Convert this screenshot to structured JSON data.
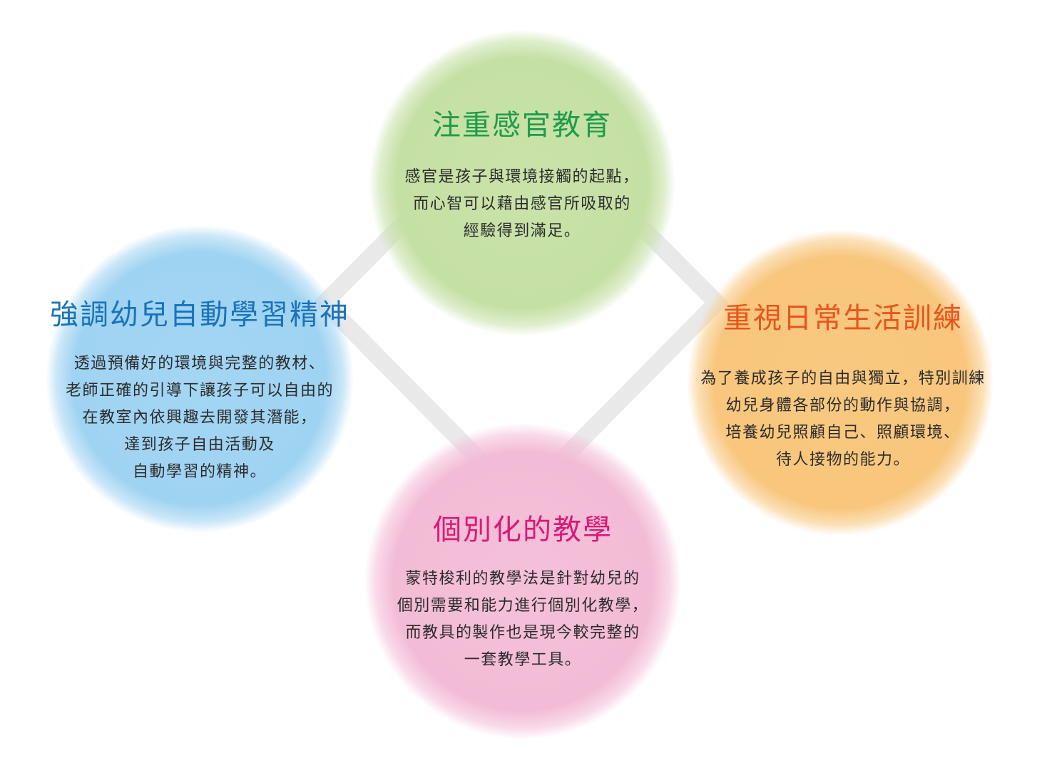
{
  "nodes": {
    "top": {
      "title": "注重感官教育",
      "color": "#1e9c4a",
      "lines": [
        "感官是孩子與環境接觸的起點，",
        "而心智可以藉由感官所吸取的",
        "經驗得到滿足。"
      ]
    },
    "left": {
      "title": "強調幼兒自動學習精神",
      "color": "#1a73b9",
      "lines": [
        "透過預備好的環境與完整的教材、",
        "老師正確的引導下讓孩子可以自由的",
        "在教室內依興趣去開發其潛能，",
        "達到孩子自由活動及",
        "自動學習的精神。"
      ]
    },
    "right": {
      "title": "重視日常生活訓練",
      "color": "#e8541e",
      "lines": [
        "為了養成孩子的自由與獨立，特別訓練",
        "幼兒身體各部份的動作與協調，",
        "培養幼兒照顧自己、照顧環境、",
        "待人接物的能力。"
      ]
    },
    "bottom": {
      "title": "個別化的教學",
      "color": "#d81a76",
      "lines": [
        "蒙特梭利的教學法是針對幼兒的",
        "個別需要和能力進行個別化教學，",
        "而教具的製作也是現今較完整的",
        "一套教學工具。"
      ]
    }
  }
}
